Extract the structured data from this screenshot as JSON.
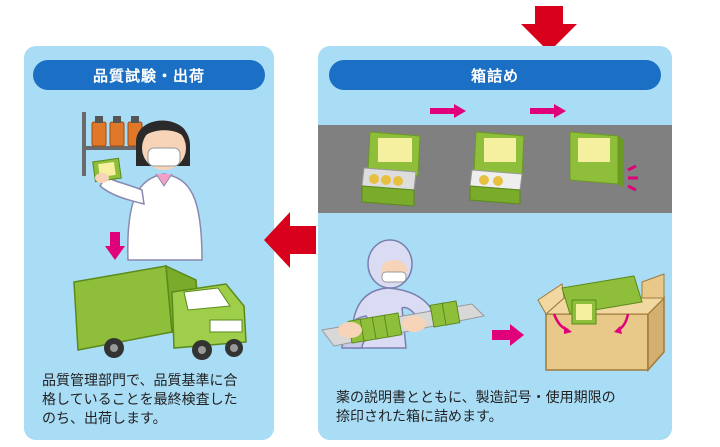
{
  "left_panel": {
    "title": "品質試験・出荷",
    "description_lines": [
      "品質管理部門で、品質基準に合",
      "格していることを最終検査した",
      "のち、出荷します。"
    ]
  },
  "right_panel": {
    "title": "箱詰め",
    "description_lines": [
      "薬の説明書とともに、製造記号・使用期限の",
      "捺印された箱に詰めます。"
    ]
  },
  "colors": {
    "panel_bg": "#a9dcf5",
    "title_pill": "#1b6fc4",
    "flow_arrow": "#d9001b",
    "step_arrow": "#e0007a",
    "truck_green": "#8fbf3a",
    "conveyor_gray": "#808080"
  }
}
